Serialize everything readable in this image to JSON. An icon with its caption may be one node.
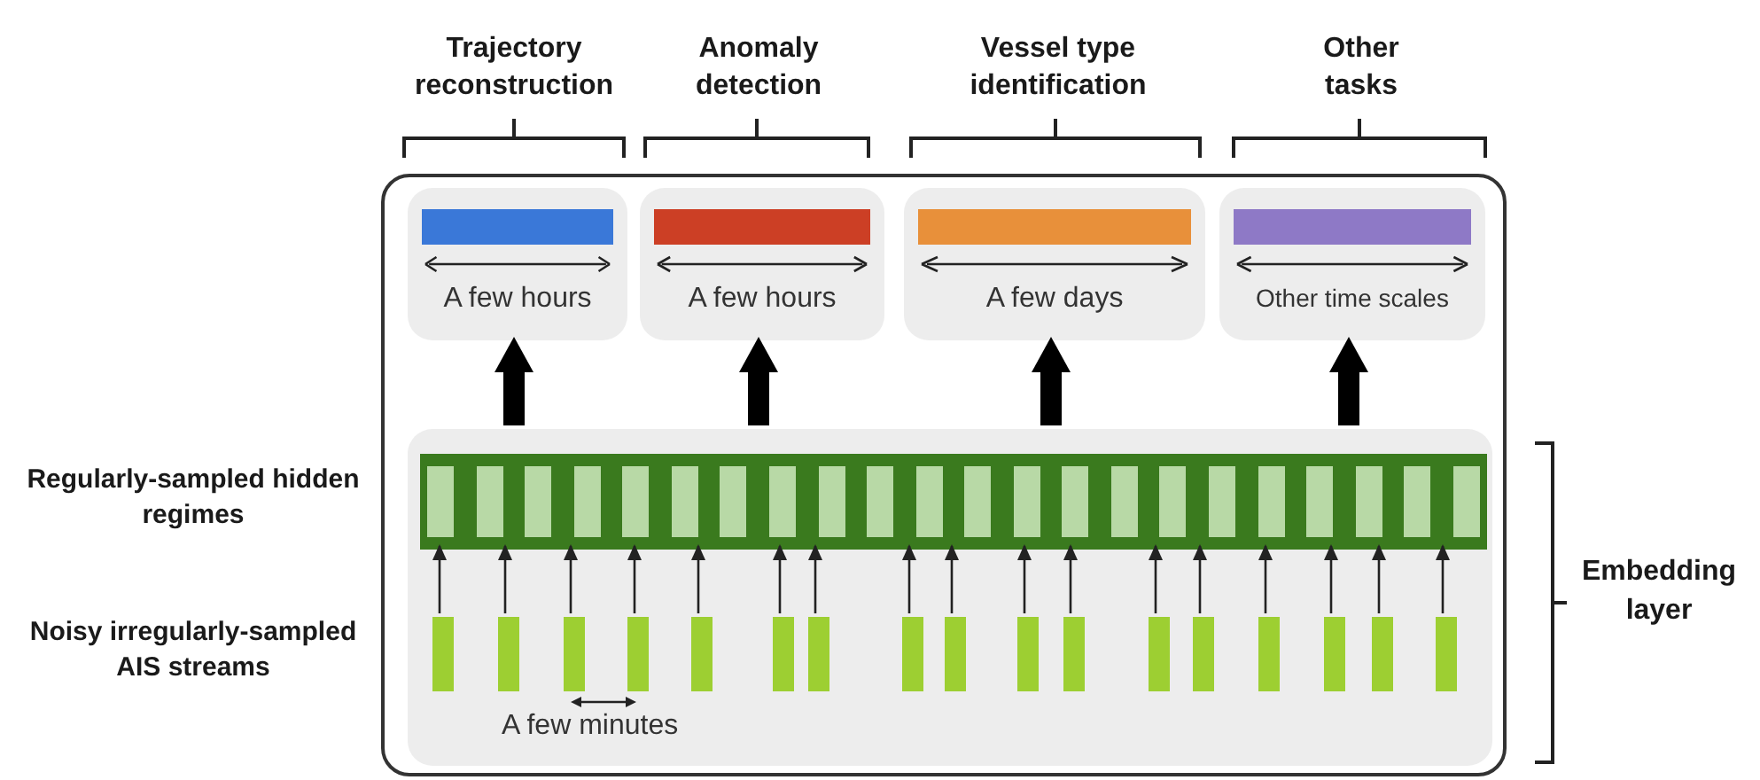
{
  "diagram": {
    "nodes": [
      {
        "text": [],
        "shape": "box"
      },
      {
        "text": [
          "A few hours"
        ],
        "in": 0
      },
      {
        "text": [
          "A few hours"
        ],
        "in": 0
      },
      {
        "text": [
          "A few days"
        ],
        "in": 0
      },
      {
        "text": [
          "Other time scales"
        ],
        "in": 0
      },
      {
        "text": [],
        "shape": "box",
        "in": 0
      },
      {
        "text": [],
        "shape": "bar",
        "in": 5
      },
      {
        "text": [],
        "shape": "bar",
        "in": 5
      },
      {
        "text": [],
        "shape": "bar",
        "in": 5
      },
      {
        "text": [],
        "shape": "bar",
        "in": 5
      },
      {
        "text": [],
        "shape": "bar",
        "in": 5
      },
      {
        "text": [],
        "shape": "bar",
        "in": 5
      },
      {
        "text": [],
        "shape": "bar",
        "in": 5
      },
      {
        "text": [],
        "shape": "bar",
        "in": 5
      },
      {
        "text": [],
        "shape": "bar",
        "in": 5
      },
      {
        "text": [],
        "shape": "bar",
        "in": 5
      },
      {
        "text": [],
        "shape": "bar",
        "in": 5
      },
      {
        "text": [],
        "shape": "bar",
        "in": 5
      },
      {
        "text": [],
        "shape": "bar",
        "in": 5
      },
      {
        "text": [],
        "shape": "bar",
        "in": 5
      },
      {
        "text": [],
        "shape": "bar",
        "in": 5
      },
      {
        "text": [],
        "shape": "bar",
        "in": 5
      },
      {
        "text": [],
        "shape": "bar",
        "in": 5
      },
      {
        "text": [],
        "shape": "bar",
        "in": 5
      }
    ],
    "edges": [
      {
        "from": 5,
        "to": 1,
        "arrow": "to",
        "style": "thick"
      },
      {
        "from": 5,
        "to": 2,
        "arrow": "to",
        "style": "thick"
      },
      {
        "from": 5,
        "to": 3,
        "arrow": "to",
        "style": "thick"
      },
      {
        "from": 5,
        "to": 4,
        "arrow": "to",
        "style": "thick"
      },
      {
        "from": 7,
        "to": 6,
        "arrow": "to"
      },
      {
        "from": 8,
        "to": 6,
        "arrow": "to"
      },
      {
        "from": 9,
        "to": 6,
        "arrow": "to"
      },
      {
        "from": 10,
        "to": 6,
        "arrow": "to"
      },
      {
        "from": 11,
        "to": 6,
        "arrow": "to"
      },
      {
        "from": 12,
        "to": 6,
        "arrow": "to"
      },
      {
        "from": 13,
        "to": 6,
        "arrow": "to"
      },
      {
        "from": 14,
        "to": 6,
        "arrow": "to"
      },
      {
        "from": 15,
        "to": 6,
        "arrow": "to"
      },
      {
        "from": 16,
        "to": 6,
        "arrow": "to"
      },
      {
        "from": 17,
        "to": 6,
        "arrow": "to"
      },
      {
        "from": 18,
        "to": 6,
        "arrow": "to"
      },
      {
        "from": 19,
        "to": 6,
        "arrow": "to"
      },
      {
        "from": 20,
        "to": 6,
        "arrow": "to"
      },
      {
        "from": 21,
        "to": 6,
        "arrow": "to"
      },
      {
        "from": 22,
        "to": 6,
        "arrow": "to"
      },
      {
        "from": 23,
        "to": 6,
        "arrow": "to"
      }
    ],
    "labels": [
      "Trajectory reconstruction",
      "Anomaly detection",
      "Vessel type identification",
      "Other tasks",
      "Regularly-sampled hidden regimes",
      "Noisy irregularly-sampled AIS streams",
      "A few minutes",
      "Embedding layer"
    ]
  }
}
